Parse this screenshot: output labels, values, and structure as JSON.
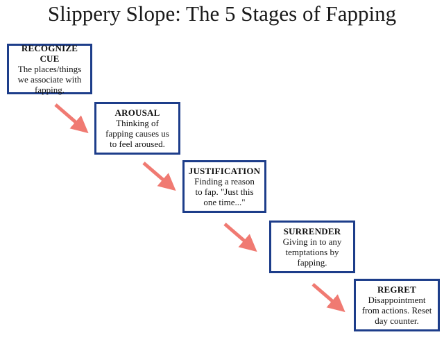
{
  "title": "Slippery Slope: The 5 Stages of Fapping",
  "colors": {
    "box_border": "#1d3d8a",
    "arrow": "#f07a72"
  },
  "stages": [
    {
      "title": "RECOGNIZE CUE",
      "desc_lines": [
        "The places/things",
        "we associate with",
        "fapping."
      ]
    },
    {
      "title": "AROUSAL",
      "desc_lines": [
        "Thinking of",
        "fapping causes us",
        "to feel aroused."
      ]
    },
    {
      "title": "JUSTIFICATION",
      "desc_lines": [
        "Finding a reason",
        "to fap. \"Just this",
        "one time...\""
      ]
    },
    {
      "title": "SURRENDER",
      "desc_lines": [
        "Giving in to any",
        "temptations by",
        "fapping."
      ]
    },
    {
      "title": "REGRET",
      "desc_lines": [
        "Disappointment",
        "from actions. Reset",
        "day counter."
      ]
    }
  ]
}
